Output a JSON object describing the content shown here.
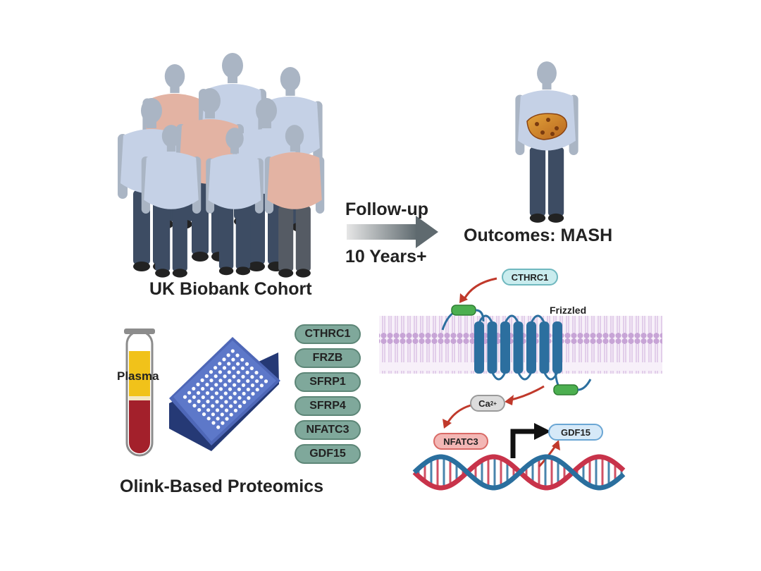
{
  "cohort": {
    "label": "UK Biobank Cohort"
  },
  "follow_up": {
    "top_label": "Follow-up",
    "bottom_label": "10 Years+"
  },
  "outcome": {
    "label": "Outcomes: MASH"
  },
  "proteomics": {
    "label": "Olink-Based Proteomics",
    "tube_label": "Plasma",
    "proteins": [
      "CTHRC1",
      "FRZB",
      "SFRP1",
      "SFRP4",
      "NFATC3",
      "GDF15"
    ]
  },
  "pathway": {
    "ligand": "CTHRC1",
    "receptor": "Frizzled",
    "ion": "Ca",
    "ion_charge": "2+",
    "transcription_factor": "NFATC3",
    "target_gene": "GDF15"
  },
  "colors": {
    "skin": "#aab5c4",
    "shirt_blue": "#c5d1e6",
    "shirt_pink": "#e3b3a3",
    "pants": "#3d4c63",
    "pants_gray": "#555b64",
    "membrane": "#d9b8e4",
    "receptor": "#2c6f9f",
    "loop_green": "#4caf50",
    "protein_pill": "#7fa89b",
    "dna_red": "#c8334a",
    "dna_blue": "#2a6f9e",
    "arrow_red": "#c0392b"
  }
}
